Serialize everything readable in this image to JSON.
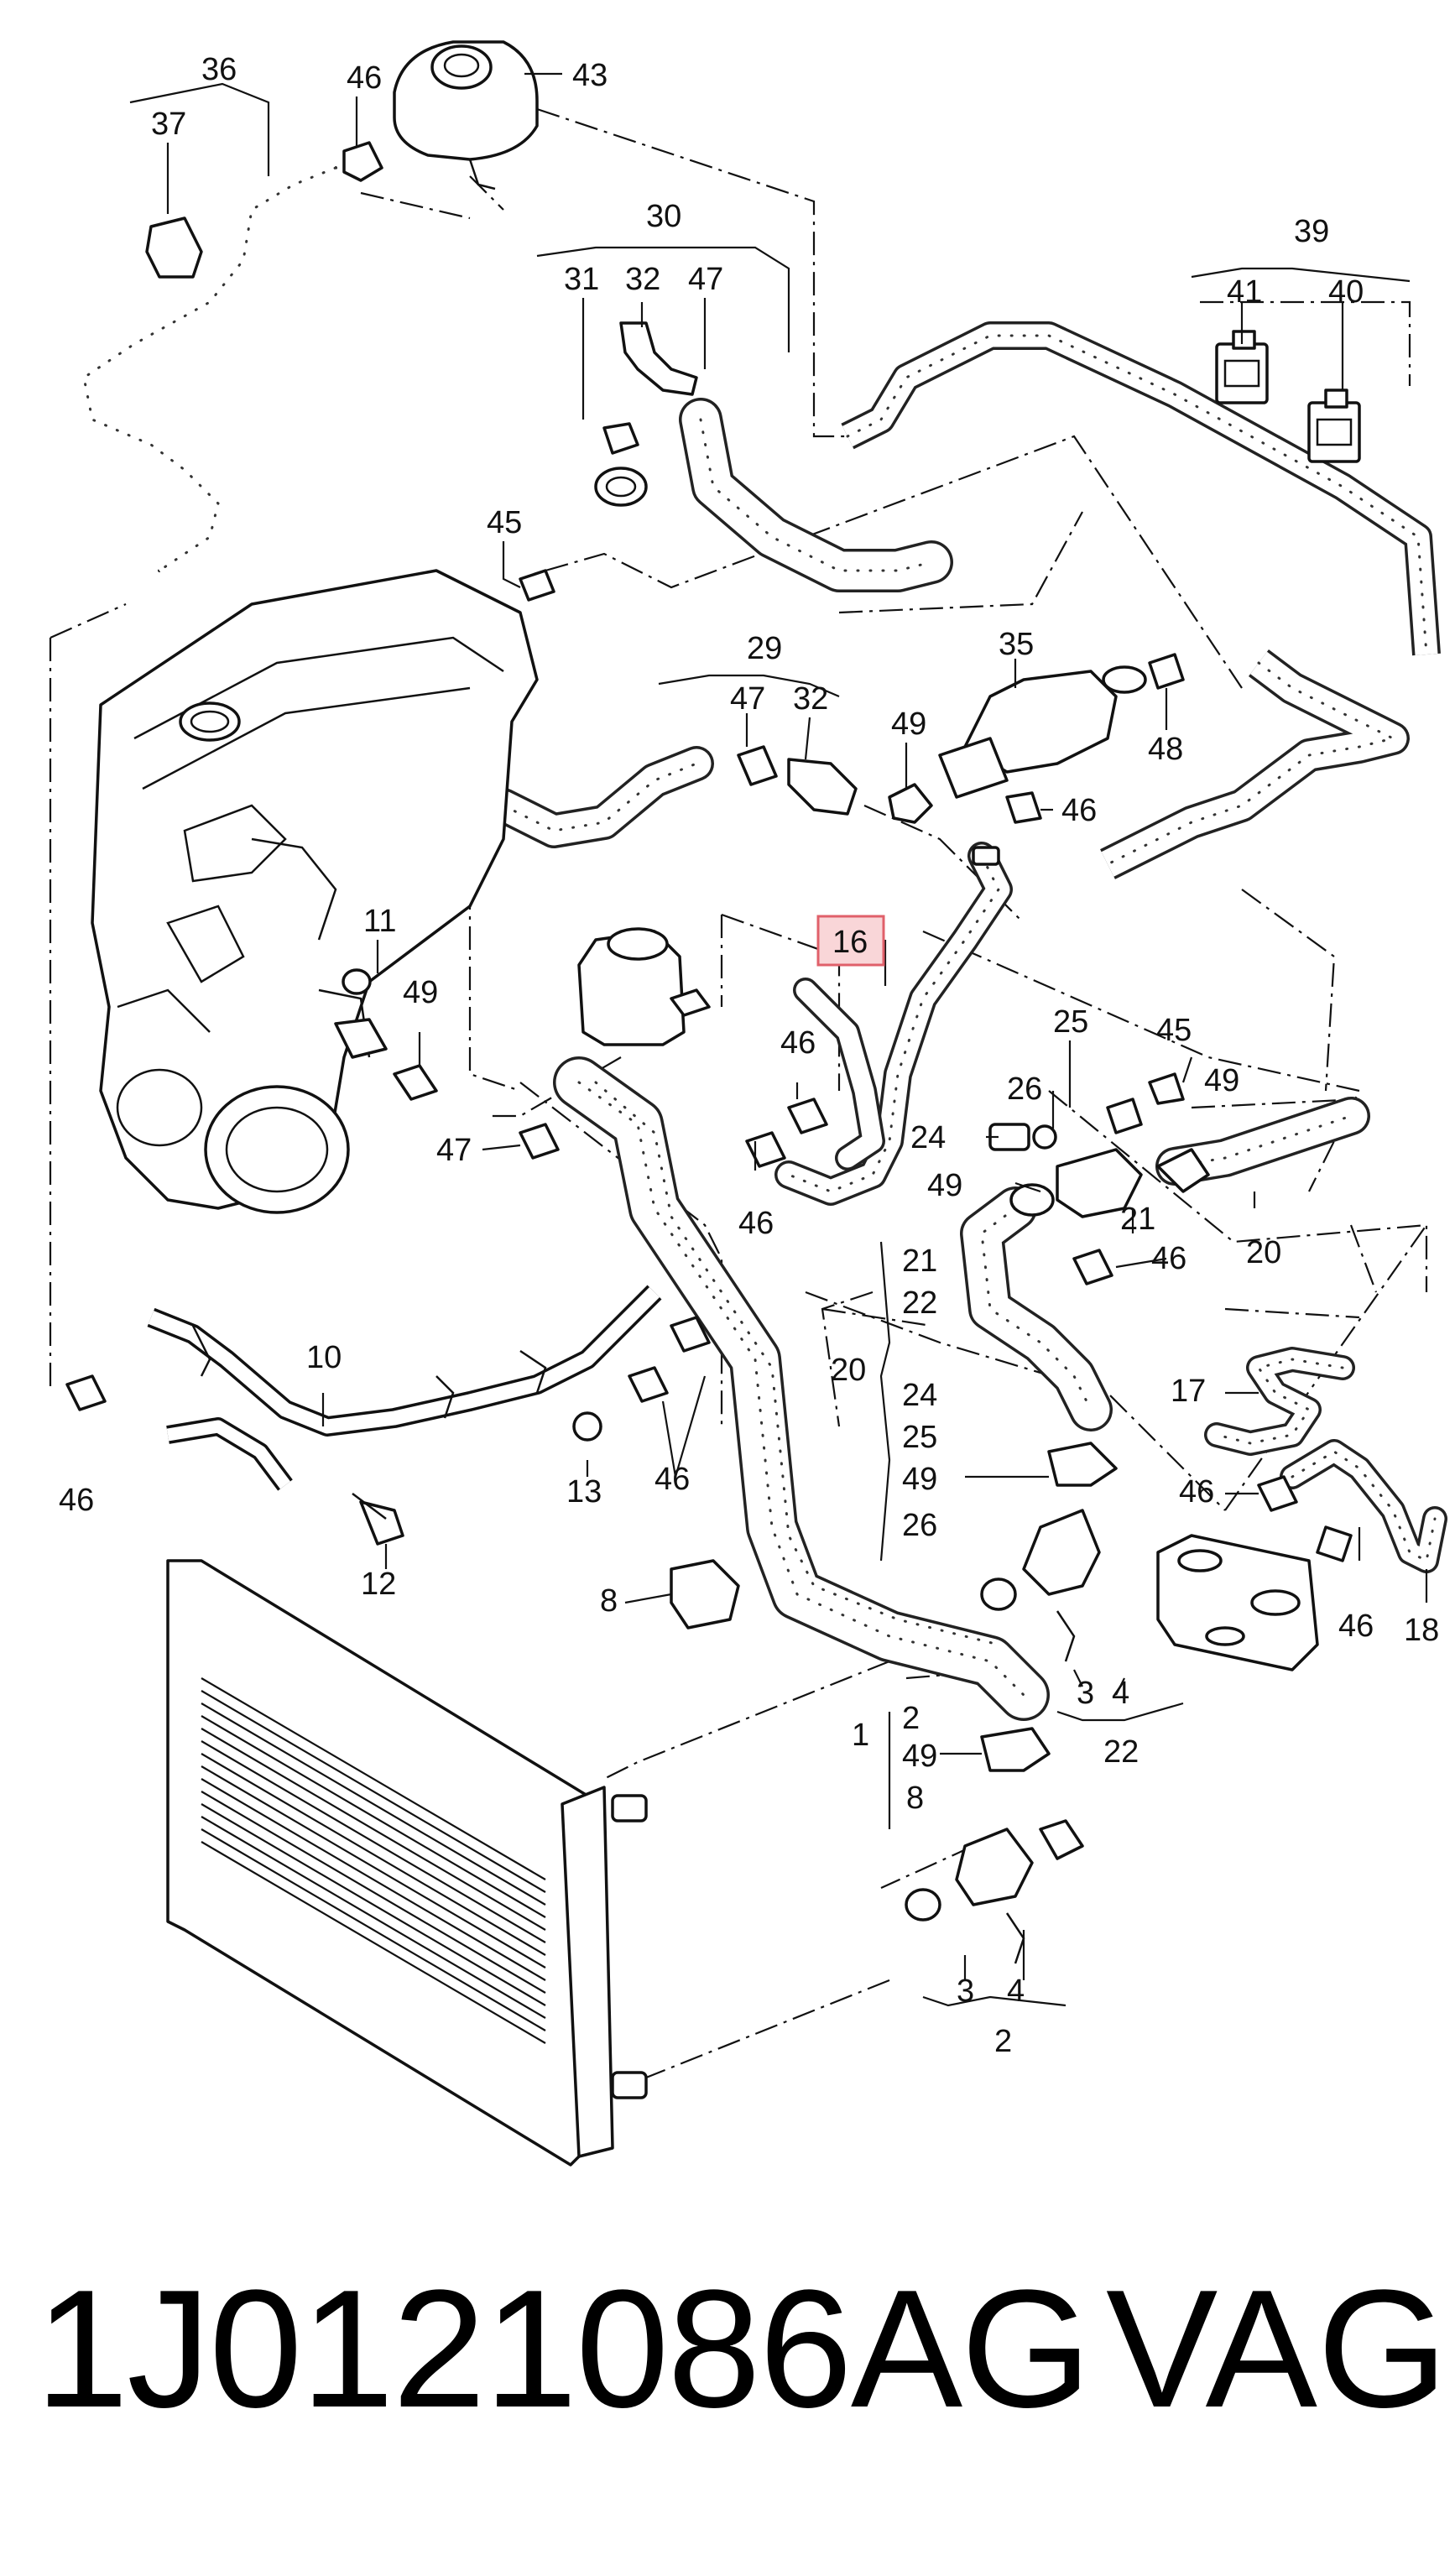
{
  "diagram": {
    "labels": {
      "l36": "36",
      "l46a": "46",
      "l43": "43",
      "l37": "37",
      "l30": "30",
      "l31": "31",
      "l32a": "32",
      "l47a": "47",
      "l39": "39",
      "l41": "41",
      "l40": "40",
      "l45a": "45",
      "l29": "29",
      "l47b": "47",
      "l32b": "32",
      "l35": "35",
      "l49a": "49",
      "l48": "48",
      "l46b": "46",
      "l11": "11",
      "l49b": "49",
      "l16": "16",
      "l46c": "46",
      "l46d": "46",
      "l25": "25",
      "l45b": "45",
      "l26": "26",
      "l49c": "49",
      "l24": "24",
      "l49d": "49",
      "l21a": "21",
      "l46e": "46",
      "l20a": "20",
      "l47c": "47",
      "l21b": "21",
      "l22a": "22",
      "l20b": "20",
      "l24b": "24",
      "l25b": "25",
      "l49e": "49",
      "l26b": "26",
      "l17": "17",
      "l46f": "46",
      "l46g": "46",
      "l18": "18",
      "l10": "10",
      "l13": "13",
      "l46h": "46",
      "l46i": "46",
      "l12": "12",
      "l8a": "8",
      "l3a": "3",
      "l4a": "4",
      "l22b": "22",
      "l1": "1",
      "l2a": "2",
      "l49f": "49",
      "l8b": "8",
      "l3b": "3",
      "l4b": "4",
      "l2b": "2"
    }
  },
  "footer": {
    "part_number": "1J0121086AG",
    "brand": "VAG"
  },
  "highlight": {
    "color": "#e0606a",
    "fill": "#f9d6d8"
  }
}
